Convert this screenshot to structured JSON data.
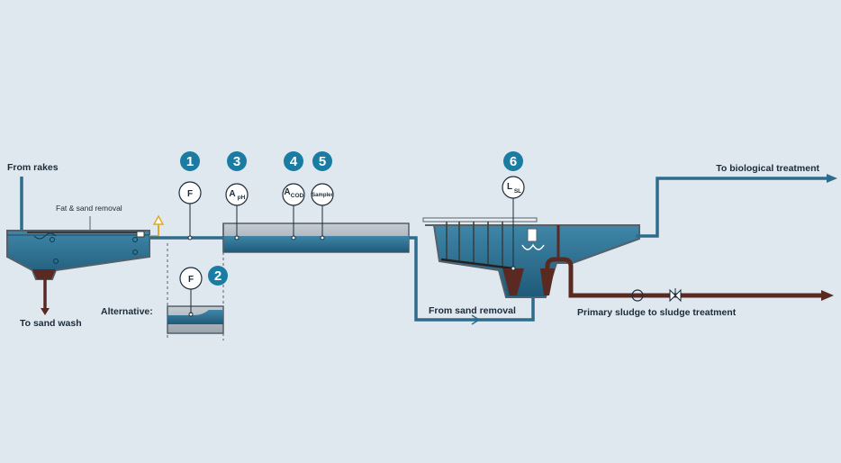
{
  "labels": {
    "from_rakes": "From rakes",
    "fat_sand_removal": "Fat & sand removal",
    "to_sand_wash": "To sand wash",
    "alternative": "Alternative:",
    "from_sand_removal": "From sand removal",
    "to_biological_treatment": "To biological treatment",
    "primary_sludge": "Primary sludge to sludge treatment"
  },
  "markers": [
    "1",
    "2",
    "3",
    "4",
    "5",
    "6"
  ],
  "instruments": {
    "flow_main": "F",
    "flow_alt": "F",
    "ph": {
      "main": "A",
      "sub": "pH"
    },
    "cod": {
      "main": "A",
      "sub": "COD"
    },
    "sampler": "Sampler",
    "sludge_level": {
      "main": "L",
      "sub": "SL"
    }
  },
  "colors": {
    "background": "#dfe8ee",
    "pipe": "#2f6b8c",
    "water": "#2d6f90",
    "sludge": "#5a2a22",
    "marker": "#1a7ca3",
    "outline": "#54606a",
    "concrete": "#b9c2c9"
  }
}
